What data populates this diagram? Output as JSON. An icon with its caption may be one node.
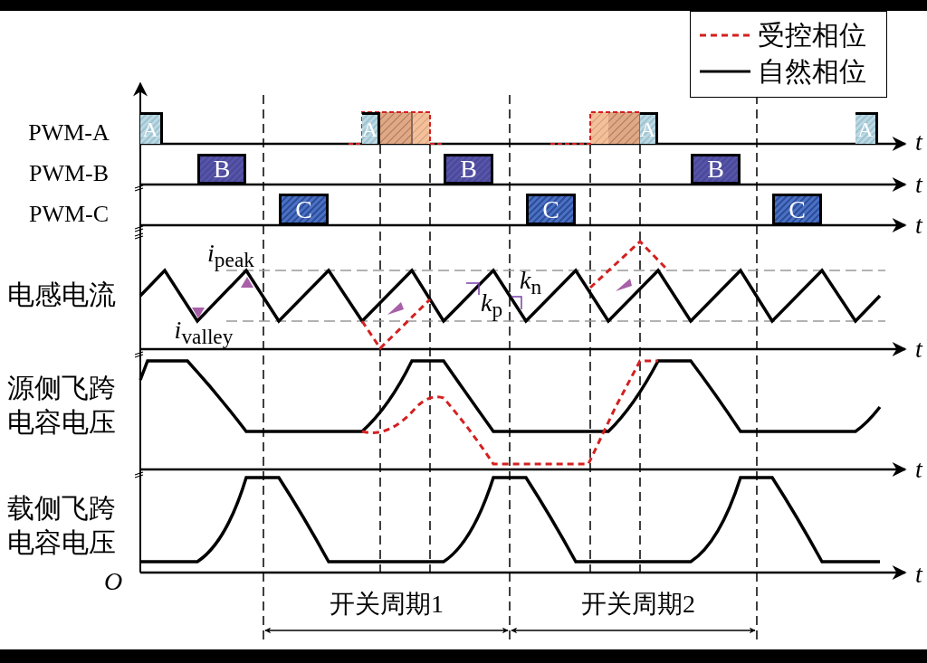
{
  "diagram": {
    "nodes": [
      {
        "text": [
          "A"
        ]
      },
      {
        "text": [
          "A"
        ]
      },
      {
        "text": [
          "A"
        ]
      },
      {
        "text": [
          "A"
        ]
      },
      {
        "text": [
          "B"
        ]
      },
      {
        "text": [
          "B"
        ]
      },
      {
        "text": [
          "B"
        ]
      },
      {
        "text": [
          "C"
        ]
      },
      {
        "text": [
          "C"
        ]
      },
      {
        "text": [
          "C"
        ]
      }
    ],
    "labels": [
      "PWM-A",
      "t",
      "PWM-B",
      "t",
      "PWM-C",
      "t",
      "*i*$_{peak}$",
      "电感电流",
      "*k*$_{n}$",
      "*k*$_{p}$",
      "*i*$_{valley}$",
      "t",
      "源侧飞跨电容电压",
      "t",
      "载侧飞跨电容电压",
      "O",
      "t",
      "开关周期1",
      "开关周期2"
    ],
    "legend": [
      {
        "text": "受控相位"
      },
      {
        "text": "自然相位"
      }
    ]
  }
}
